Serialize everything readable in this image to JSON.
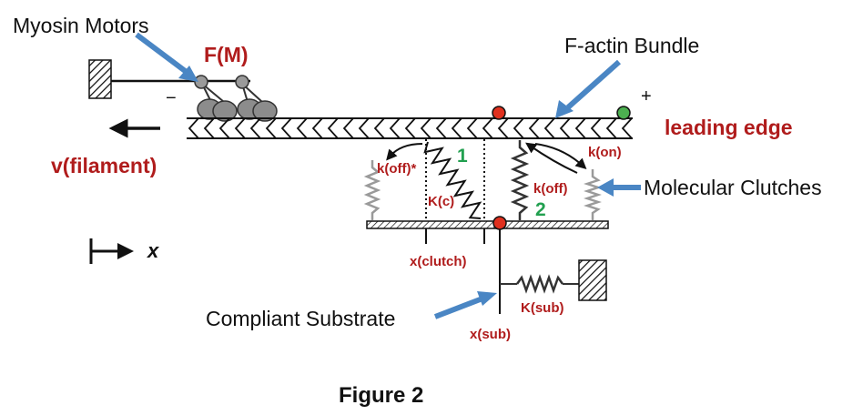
{
  "colors": {
    "label_red": "#b01c1c",
    "label_green": "#22a050",
    "arrow_blue": "#4a86c4",
    "marker_red": "#e0301e",
    "marker_green": "#4caf50",
    "spring_gray": "#9a9a9a"
  },
  "labels": {
    "myosin_motors": "Myosin Motors",
    "force_motor": "F(M)",
    "factin_bundle": "F-actin Bundle",
    "plus_sign": "+",
    "minus_sign": "−",
    "leading_edge": "leading edge",
    "v_filament": "v(filament)",
    "k_on": "k(on)",
    "k_off_star": "k(off)*",
    "k_off": "k(off)",
    "k_c": "K(c)",
    "clutch_1": "1",
    "clutch_2": "2",
    "molecular_clutches": "Molecular Clutches",
    "x_axis": "x",
    "x_clutch": "x(clutch)",
    "k_sub": "K(sub)",
    "compliant_substrate": "Compliant Substrate",
    "x_sub": "x(sub)",
    "figure_caption": "Figure 2"
  }
}
